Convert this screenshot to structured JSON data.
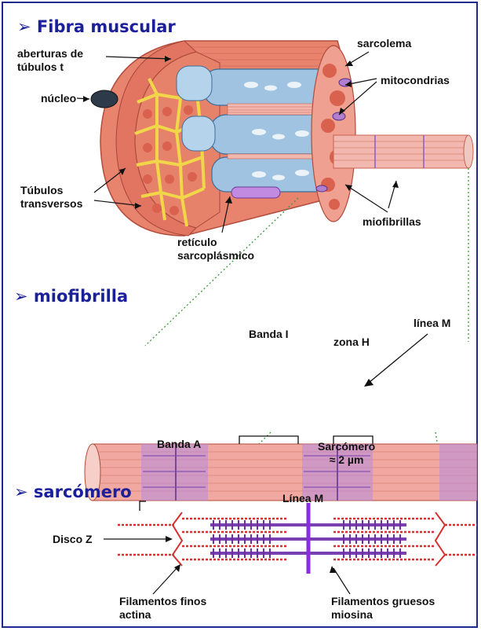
{
  "sections": {
    "fiber": "Fibra muscular",
    "myofibril": "miofibrilla",
    "sarcomere": "sarcómero"
  },
  "bullet": "➢",
  "labels": {
    "t_tubule_openings_1": "aberturas de",
    "t_tubule_openings_2": "túbulos t",
    "nucleus": "núcleo",
    "sarcolemma": "sarcolema",
    "mitochondria": "mitocondrias",
    "transverse_tubules_1": "Túbulos",
    "transverse_tubules_2": "transversos",
    "myofibrils": "miofibrillas",
    "sr_1": "retículo",
    "sr_2": "sarcoplásmico",
    "band_i": "Banda I",
    "h_zone": "zona H",
    "m_line": "línea M",
    "band_a": "Banda A",
    "sarcomere_1": "Sarcómero",
    "sarcomere_2": "≈ 2 µm",
    "m_line_2": "Línea M",
    "z_disc": "Disco Z",
    "thin_1": "Filamentos finos",
    "thin_2": "actina",
    "thick_1": "Filamentos gruesos",
    "thick_2": "miosina"
  },
  "colors": {
    "section_title": "#1b1f9a",
    "muscle": "#e8836e",
    "muscle_dark": "#c85a48",
    "myofibril": "#f2b8b0",
    "sr_blue": "#9fc3e0",
    "t_tubule": "#f1d64a",
    "thin_filament": "#d63030",
    "thick_filament": "#7a3fb0",
    "m_line": "#8a2be2"
  }
}
